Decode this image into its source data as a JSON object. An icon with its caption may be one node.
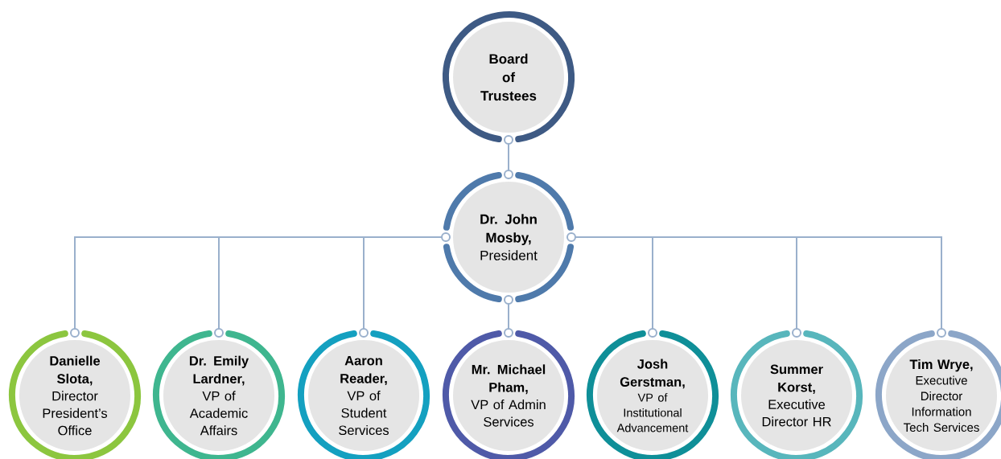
{
  "diagram": {
    "nodes": [
      {
        "text": [
          "Board of Trustees"
        ]
      },
      {
        "text": [
          "Dr. John Mosby,",
          "President"
        ]
      },
      {
        "text": [
          "Danielle Slota,",
          "Director President’s Office"
        ]
      },
      {
        "text": [
          "Dr. Emily Lardner,",
          "VP of Academic Affairs"
        ]
      },
      {
        "text": [
          "Aaron Reader,",
          "VP of Student Services"
        ]
      },
      {
        "text": [
          "Mr. Michael Pham,",
          "VP of Admin Services"
        ]
      },
      {
        "text": [
          "Josh Gerstman,",
          "VP of Institutional Advancement"
        ]
      },
      {
        "text": [
          "Summer Korst,",
          "Executive Director HR"
        ]
      },
      {
        "text": [
          "Tim Wrye,",
          "Executive Director Information Tech Services"
        ]
      }
    ],
    "edges": [
      {
        "from": 0,
        "to": 1,
        "arrow": "none"
      },
      {
        "from": 1,
        "to": 2,
        "arrow": "none"
      },
      {
        "from": 1,
        "to": 3,
        "arrow": "none"
      },
      {
        "from": 1,
        "to": 4,
        "arrow": "none"
      },
      {
        "from": 1,
        "to": 5,
        "arrow": "none"
      },
      {
        "from": 1,
        "to": 6,
        "arrow": "none"
      },
      {
        "from": 1,
        "to": 7,
        "arrow": "none"
      },
      {
        "from": 1,
        "to": 8,
        "arrow": "none"
      }
    ]
  }
}
